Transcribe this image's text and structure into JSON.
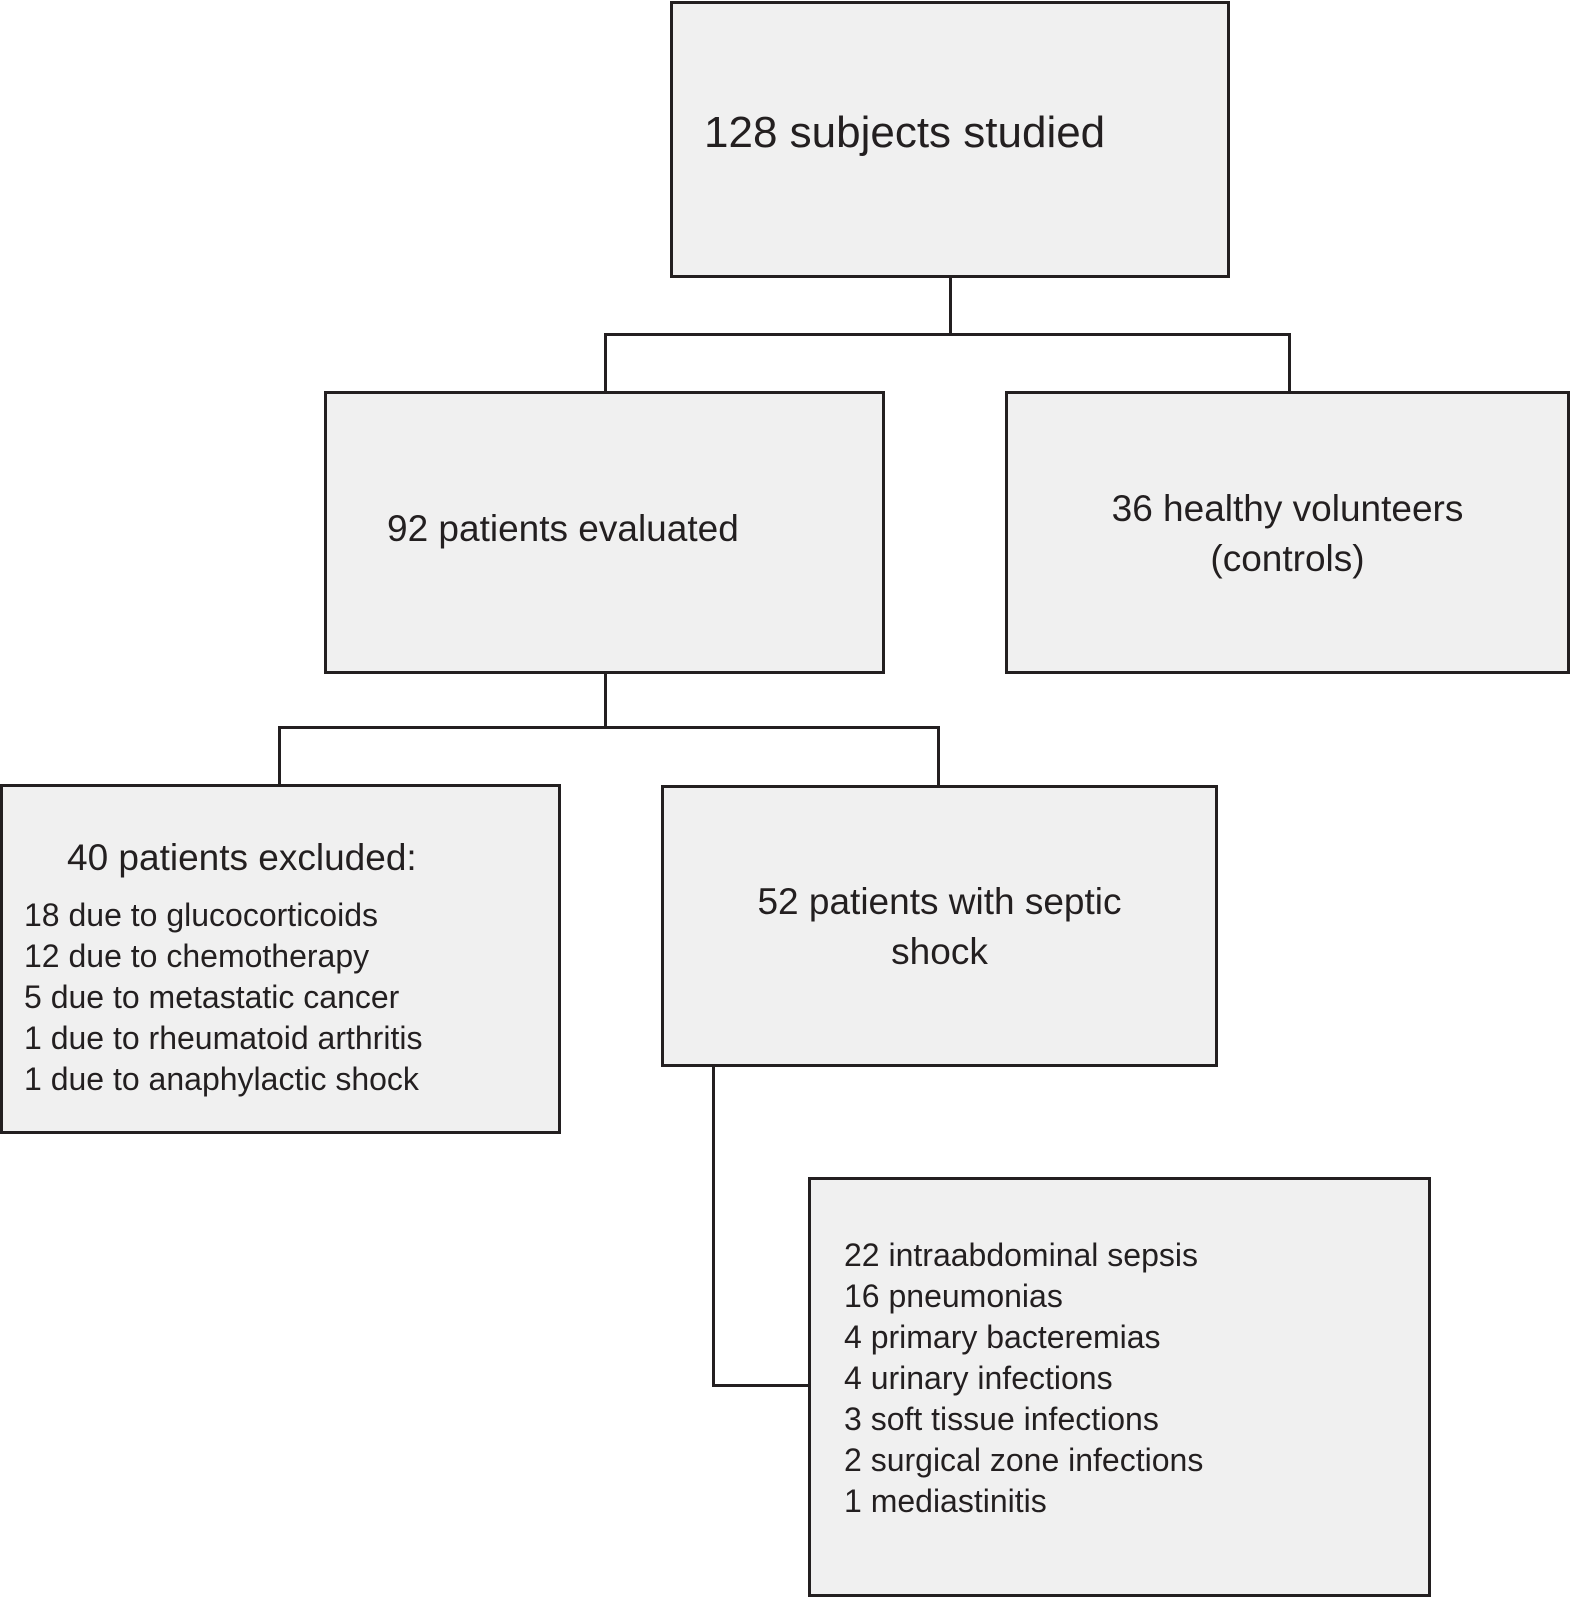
{
  "nodes": {
    "total": {
      "label": "128 subjects studied"
    },
    "patients": {
      "label": "92 patients evaluated"
    },
    "controls": {
      "line1": "36 healthy volunteers",
      "line2": "(controls)"
    },
    "excluded": {
      "heading": "40 patients excluded:",
      "items": [
        "18 due to glucocorticoids",
        "12 due to chemotherapy",
        "5 due to metastatic cancer",
        "1 due to rheumatoid arthritis",
        "1 due to anaphylactic shock"
      ]
    },
    "septic": {
      "line1": "52 patients with septic",
      "line2": "shock"
    },
    "infections": {
      "items": [
        "22 intraabdominal sepsis",
        "16 pneumonias",
        "4 primary bacteremias",
        "4 urinary infections",
        "3 soft tissue infections",
        "2 surgical zone infections",
        "1 mediastinitis"
      ]
    }
  }
}
